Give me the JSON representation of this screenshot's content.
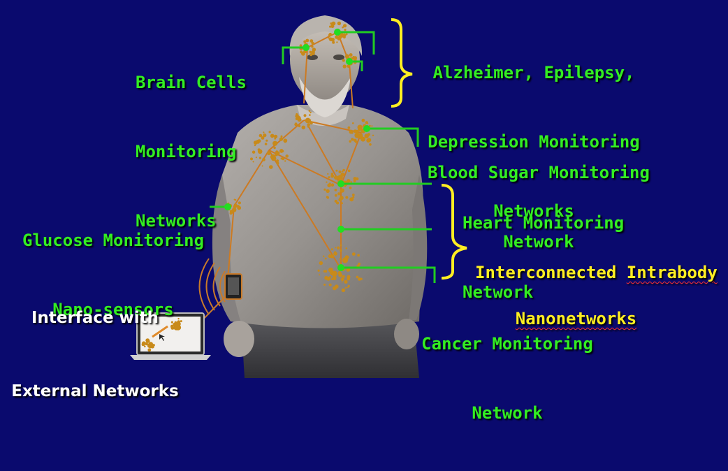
{
  "colors": {
    "background": "#0a0a6e",
    "label_green": "#33ee22",
    "label_yellow": "#ffee22",
    "label_white": "#ffffff",
    "node_orange": "#c88a1a",
    "link_orange": "#cc7a22",
    "connector_green": "#22cc22",
    "bracket_yellow": "#ffee22"
  },
  "labels": {
    "brain_cells": [
      "Brain Cells",
      "Monitoring",
      "Networks"
    ],
    "alzheimer": [
      "Alzheimer, Epilepsy,",
      "Depression Monitoring",
      "Networks"
    ],
    "blood_sugar": [
      "Blood Sugar Monitoring",
      "Network"
    ],
    "heart": [
      "Heart Monitoring",
      "Network"
    ],
    "glucose": [
      "Glucose Monitoring",
      "Nano-sensors"
    ],
    "interconnected_line1_a": "Interconnected ",
    "interconnected_line1_b": "Intrabody",
    "interconnected_line2": "Nanonetworks",
    "interface": [
      "Interface with",
      "External Networks"
    ],
    "cancer": [
      "Cancer Monitoring",
      "Network"
    ]
  },
  "icons": {
    "nanosensor": "nano-sensor-cluster-icon",
    "phone": "smartphone-icon",
    "laptop": "laptop-icon",
    "signal": "wireless-signal-icon",
    "person": "person-silhouette"
  }
}
